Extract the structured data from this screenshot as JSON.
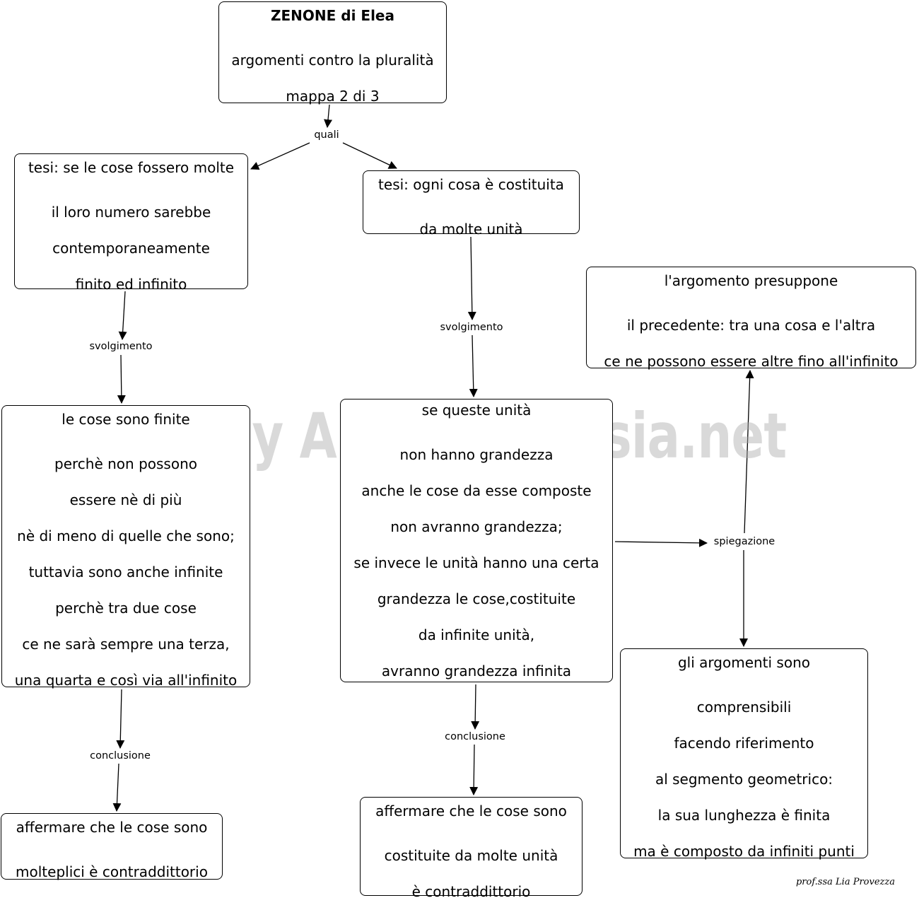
{
  "title_box": {
    "title": "ZENONE di Elea",
    "line2": "argomenti contro la pluralità",
    "line3": "mappa 2  di 3"
  },
  "link_labels": {
    "quali": "quali",
    "svolgimento_left": "svolgimento",
    "svolgimento_mid": "svolgimento",
    "conclusione_left": "conclusione",
    "conclusione_mid": "conclusione",
    "spiegazione": "spiegazione"
  },
  "tesi_left": [
    "tesi: se le cose fossero molte",
    "il loro numero sarebbe",
    "contemporaneamente",
    "finito ed infinito"
  ],
  "tesi_mid": [
    "tesi: ogni cosa è costituita",
    "da molte unità"
  ],
  "presupposto": [
    "l'argomento presuppone",
    "il precedente: tra una cosa e l'altra",
    "ce ne possono essere altre fino all'infinito"
  ],
  "svolgimento_left_box": [
    "le cose sono finite",
    "perchè non possono",
    "essere nè di più",
    "nè di meno di quelle che sono;",
    "tuttavia sono anche infinite",
    "perchè tra due cose",
    " ce ne sarà sempre una terza,",
    "una quarta e così via all'infinito"
  ],
  "svolgimento_mid_box": [
    "se queste unità",
    "non hanno grandezza",
    "anche le cose da esse composte",
    "non avranno grandezza;",
    "se invece le unità hanno una certa",
    "grandezza le cose,costituite",
    "da infinite unità,",
    "avranno grandezza infinita"
  ],
  "spiegazione_box": [
    "gli argomenti sono",
    "comprensibili",
    "facendo riferimento",
    "al segmento geometrico:",
    "la sua lunghezza è finita",
    "ma è composto da infiniti punti"
  ],
  "conclusione_left_box": [
    "affermare che le cose sono",
    "molteplici è contraddittorio"
  ],
  "conclusione_mid_box": [
    "affermare che le cose sono",
    " costituite da molte unità",
    "è contraddittorio"
  ],
  "watermark": "By AiutoDislessia.net",
  "signature": "prof.ssa Lia Provezza"
}
